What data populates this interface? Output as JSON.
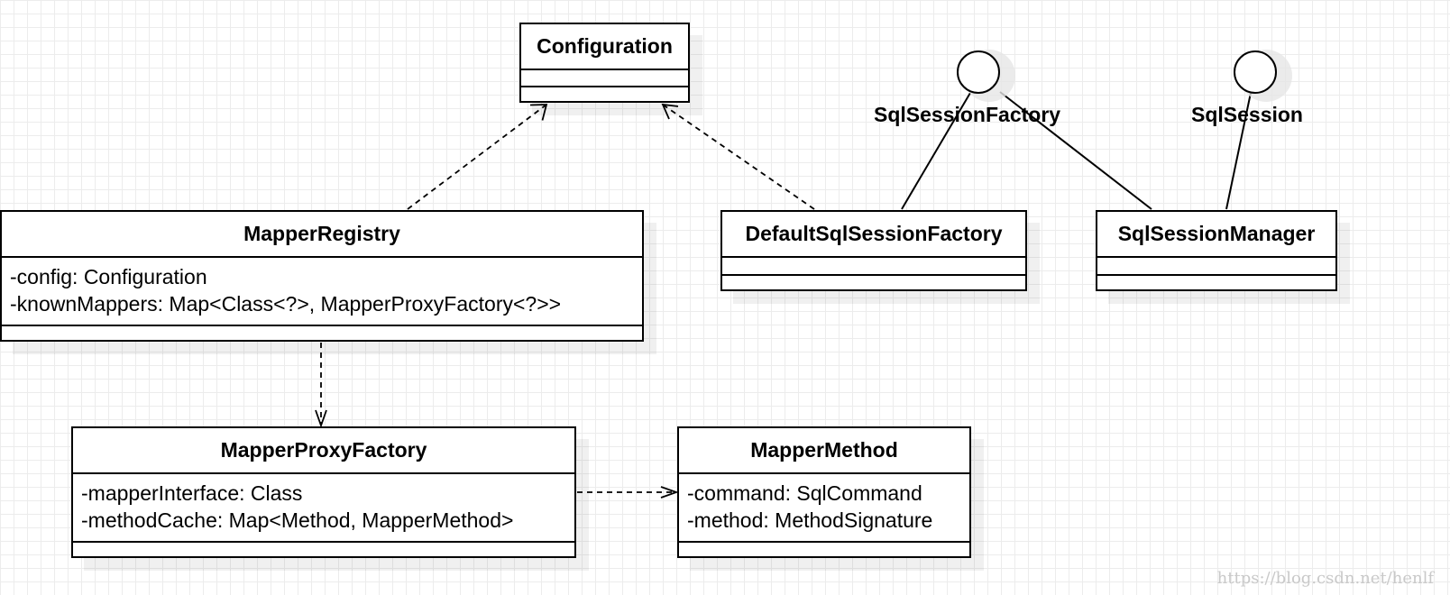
{
  "classes": {
    "configuration": {
      "name": "Configuration",
      "attributes": []
    },
    "mapper_registry": {
      "name": "MapperRegistry",
      "attributes": [
        "-config: Configuration",
        "-knownMappers: Map<Class<?>, MapperProxyFactory<?>>"
      ]
    },
    "default_sql_session_factory": {
      "name": "DefaultSqlSessionFactory",
      "attributes": []
    },
    "sql_session_manager": {
      "name": "SqlSessionManager",
      "attributes": []
    },
    "mapper_proxy_factory": {
      "name": "MapperProxyFactory",
      "attributes": [
        "-mapperInterface: Class",
        "-methodCache: Map<Method, MapperMethod>"
      ]
    },
    "mapper_method": {
      "name": "MapperMethod",
      "attributes": [
        "-command: SqlCommand",
        "-method: MethodSignature"
      ]
    }
  },
  "interfaces": {
    "sql_session_factory": {
      "name": "SqlSessionFactory"
    },
    "sql_session": {
      "name": "SqlSession"
    }
  },
  "relations": [
    {
      "type": "dependency",
      "from": "MapperRegistry",
      "to": "Configuration"
    },
    {
      "type": "dependency",
      "from": "DefaultSqlSessionFactory",
      "to": "Configuration"
    },
    {
      "type": "dependency",
      "from": "MapperRegistry",
      "to": "MapperProxyFactory"
    },
    {
      "type": "dependency",
      "from": "MapperProxyFactory",
      "to": "MapperMethod"
    },
    {
      "type": "realization",
      "from": "DefaultSqlSessionFactory",
      "to": "SqlSessionFactory"
    },
    {
      "type": "realization",
      "from": "SqlSessionManager",
      "to": "SqlSessionFactory"
    },
    {
      "type": "realization",
      "from": "SqlSessionManager",
      "to": "SqlSession"
    }
  ],
  "watermark": "https://blog.csdn.net/henlf"
}
